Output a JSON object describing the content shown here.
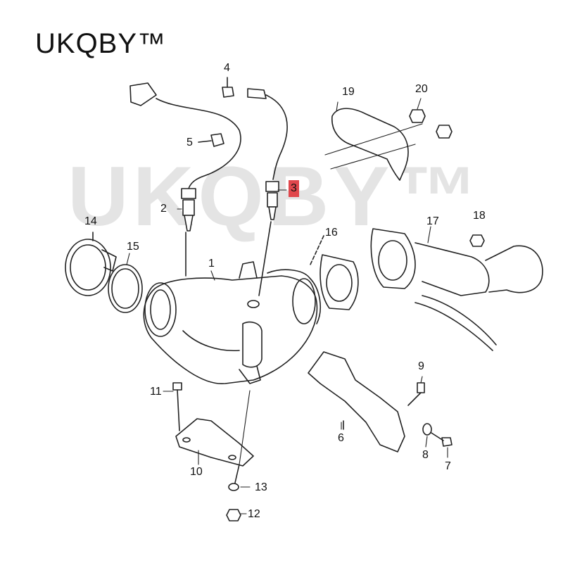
{
  "brand": {
    "text": "UKQBY™"
  },
  "watermark": {
    "text": "UKQBY™"
  },
  "colors": {
    "line": "#222222",
    "highlight": "#e0474c",
    "watermark": "#b8b8b8"
  },
  "parts": [
    {
      "num": "1",
      "name": "catalytic-converter"
    },
    {
      "num": "2",
      "name": "oxygen-sensor-front"
    },
    {
      "num": "3",
      "name": "oxygen-sensor-rear",
      "highlighted": true
    },
    {
      "num": "4",
      "name": "clip"
    },
    {
      "num": "5",
      "name": "clip"
    },
    {
      "num": "6",
      "name": "support-bracket"
    },
    {
      "num": "7",
      "name": "bolt"
    },
    {
      "num": "8",
      "name": "washer"
    },
    {
      "num": "9",
      "name": "bolt"
    },
    {
      "num": "10",
      "name": "mounting-bracket"
    },
    {
      "num": "11",
      "name": "bolt"
    },
    {
      "num": "12",
      "name": "nut"
    },
    {
      "num": "13",
      "name": "washer"
    },
    {
      "num": "14",
      "name": "v-band-clamp"
    },
    {
      "num": "15",
      "name": "gasket-ring"
    },
    {
      "num": "16",
      "name": "gasket"
    },
    {
      "num": "17",
      "name": "front-pipe-catalyst"
    },
    {
      "num": "18",
      "name": "nut"
    },
    {
      "num": "19",
      "name": "heat-shield"
    },
    {
      "num": "20",
      "name": "nut"
    }
  ]
}
